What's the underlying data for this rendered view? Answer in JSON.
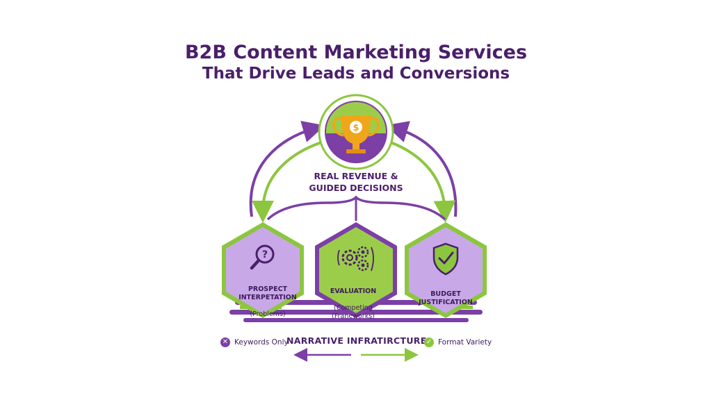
{
  "title": {
    "line1": "B2B Content Marketing Services",
    "line2": "That Drive Leads and Conversions"
  },
  "goal": {
    "icon": "trophy-dollar-icon",
    "label": "REAL REVENUE &\nGUIDED DECISIONS"
  },
  "stages": [
    {
      "icon": "magnifier-question-icon",
      "title": "PROSPECT\nINTERPETATION",
      "subtitle": "(Problems)"
    },
    {
      "icon": "gears-icon",
      "title": "EVALUATION",
      "subtitle": "(Competing\n(Franeworks)"
    },
    {
      "icon": "shield-check-icon",
      "title": "BUDGET\nJUSTIFICATION",
      "subtitle": ""
    }
  ],
  "foundation": {
    "label": "NARRATIVE INFRATIRCTURE"
  },
  "legend": {
    "negative": {
      "icon": "x-icon",
      "symbol": "✕",
      "label": "Keywords Only"
    },
    "positive": {
      "icon": "check-icon",
      "symbol": "✓",
      "label": "Format Variety"
    }
  },
  "colors": {
    "purple": "#7b3fa6",
    "dark_purple": "#4a1f6a",
    "green": "#8cc63f",
    "light_purple_fill": "#c9a8e8",
    "green_fill": "#9ccd4a",
    "gold": "#f0a61a"
  }
}
